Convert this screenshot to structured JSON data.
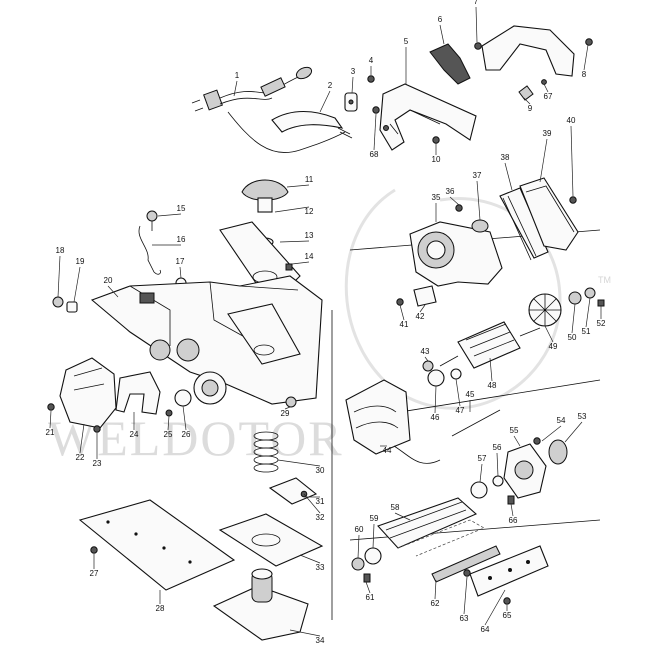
{
  "watermark": {
    "text": "WELDOTOR",
    "tm": "TM"
  },
  "labels": [
    "1",
    "2",
    "3",
    "4",
    "5",
    "6",
    "7",
    "8",
    "9",
    "10",
    "11",
    "12",
    "13",
    "14",
    "15",
    "16",
    "17",
    "18",
    "19",
    "20",
    "21",
    "22",
    "23",
    "24",
    "25",
    "26",
    "27",
    "28",
    "29",
    "30",
    "31",
    "32",
    "33",
    "34",
    "35",
    "36",
    "37",
    "38",
    "39",
    "40",
    "41",
    "42",
    "43",
    "44",
    "45",
    "46",
    "47",
    "48",
    "49",
    "50",
    "51",
    "52",
    "53",
    "54",
    "55",
    "56",
    "57",
    "58",
    "59",
    "60",
    "61",
    "62",
    "63",
    "64",
    "65",
    "66",
    "67",
    "68"
  ]
}
